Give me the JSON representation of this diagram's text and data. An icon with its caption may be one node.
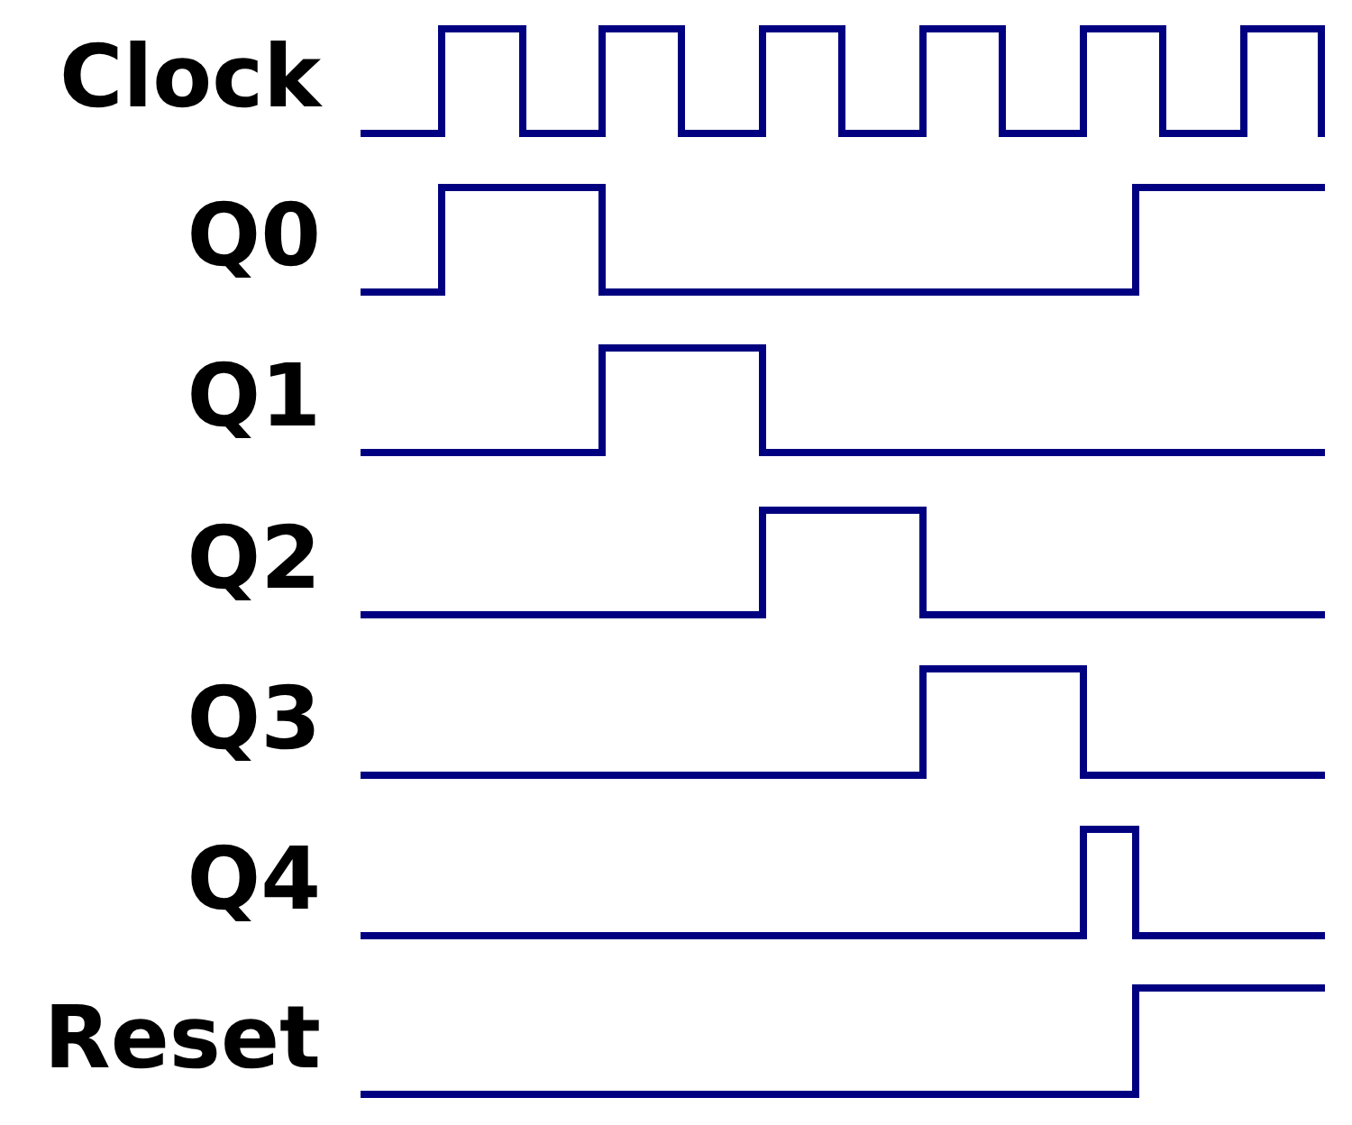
{
  "diagram": {
    "labels": [
      "Clock",
      "Q0",
      "Q1",
      "Q2",
      "Q3",
      "Q4",
      "Reset"
    ]
  }
}
